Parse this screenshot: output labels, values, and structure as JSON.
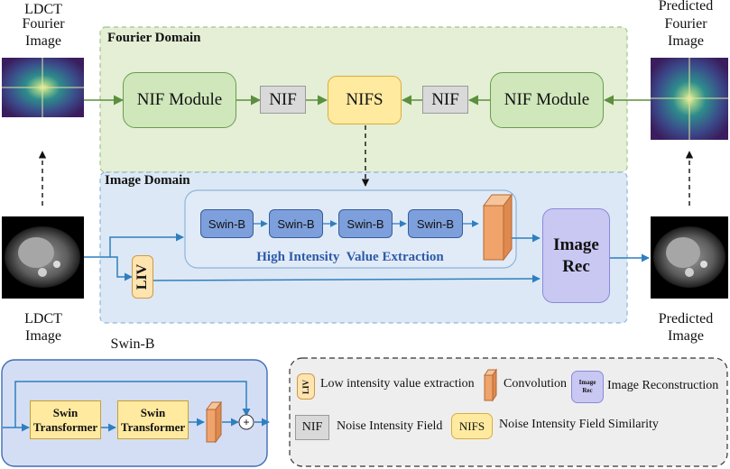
{
  "inputs": {
    "ldct_fourier_line1": "LDCT",
    "ldct_fourier_line2": "Fourier",
    "ldct_fourier_line3": "Image",
    "ldct_image_line1": "LDCT",
    "ldct_image_line2": "Image"
  },
  "outputs": {
    "pred_fourier_line1": "Predicted",
    "pred_fourier_line2": "Fourier",
    "pred_fourier_line3": "Image",
    "pred_image_line1": "Predicted",
    "pred_image_line2": "Image"
  },
  "fourier_domain": {
    "title": "Fourier Domain",
    "nif_module_left": "NIF Module",
    "nif_left": "NIF",
    "nifs": "NIFS",
    "nif_right": "NIF",
    "nif_module_right": "NIF Module"
  },
  "image_domain": {
    "title": "Image Domain",
    "swin_b": [
      "Swin-B",
      "Swin-B",
      "Swin-B",
      "Swin-B"
    ],
    "high_intensity_label": "High Intensity  Value Extraction",
    "liv": "LIV",
    "image_rec_line1": "Image",
    "image_rec_line2": "Rec"
  },
  "swin_b_detail": {
    "title": "Swin-B",
    "block1_line1": "Swin",
    "block1_line2": "Transformer",
    "block2_line1": "Swin",
    "block2_line2": "Transformer",
    "plus": "+"
  },
  "legend": {
    "liv_icon": "LIV",
    "liv_text": "Low intensity value extraction",
    "conv_text": "Convolution",
    "imgrec_icon_line1": "Image",
    "imgrec_icon_line2": "Rec",
    "imgrec_text": "Image Reconstruction",
    "nif_icon": "NIF",
    "nif_text": "Noise Intensity Field",
    "nifs_icon": "NIFS",
    "nifs_text": "Noise Intensity Field Similarity"
  },
  "colors": {
    "fourier_panel_fill": "#e4efd6",
    "image_panel_fill": "#dce8f5",
    "green_arrow": "#5c8f3d",
    "blue_arrow": "#2f7fbf",
    "title_blue": "#2e5aa8",
    "conv_orange": "#f0a36a"
  }
}
